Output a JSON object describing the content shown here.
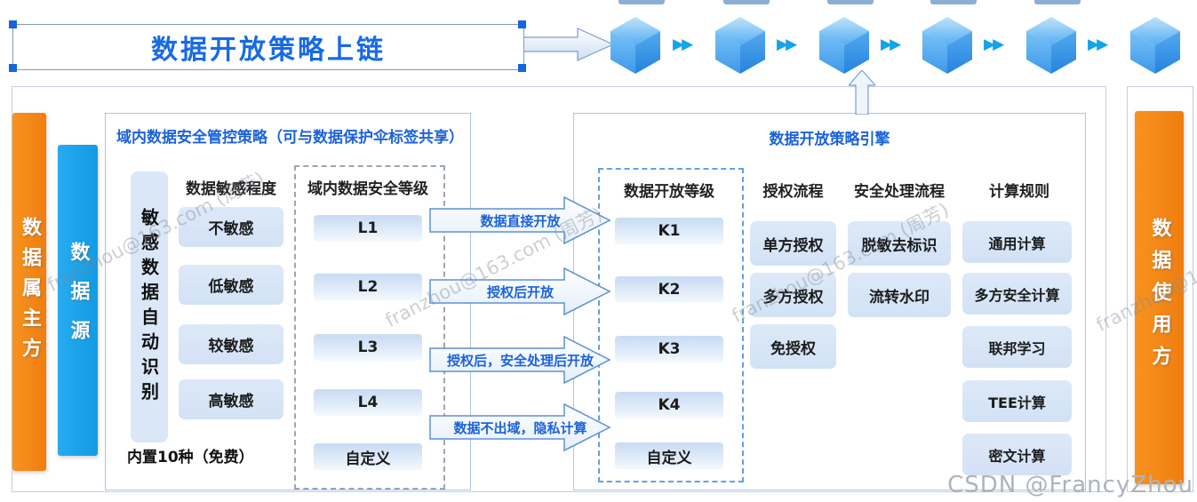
{
  "title": {
    "text": "数据开放策略上链"
  },
  "blockchain": {
    "cube_count": 6,
    "ff_icon": "▶▶"
  },
  "bars": {
    "owner": "数据属主方",
    "source": "数据源",
    "user": "数据使用方"
  },
  "left_panel": {
    "header": "域内数据安全管控策略（可与数据保护伞标签共享）",
    "auto_box": "敏感数据自动识别",
    "sensitivity": {
      "header": "数据敏感程度",
      "items": [
        "不敏感",
        "低敏感",
        "较敏感",
        "高敏感"
      ]
    },
    "levels": {
      "header": "域内数据安全等级",
      "items": [
        "L1",
        "L2",
        "L3",
        "L4",
        "自定义"
      ]
    },
    "footnote": "内置10种（免费）"
  },
  "flow_arrows": {
    "items": [
      "数据直接开放",
      "授权后开放",
      "授权后，安全处理后开放",
      "数据不出域，隐私计算"
    ]
  },
  "right_panel": {
    "header": "数据开放策略引擎",
    "open_levels": {
      "header": "数据开放等级",
      "items": [
        "K1",
        "K2",
        "K3",
        "K4",
        "自定义"
      ]
    },
    "auth": {
      "header": "授权流程",
      "items": [
        "单方授权",
        "多方授权",
        "免授权"
      ]
    },
    "security": {
      "header": "安全处理流程",
      "items": [
        "脱敏去标识",
        "流转水印"
      ]
    },
    "compute": {
      "header": "计算规则",
      "items": [
        "通用计算",
        "多方安全计算",
        "联邦学习",
        "TEE计算",
        "密文计算"
      ]
    }
  },
  "watermarks": {
    "diagonal": "franzhou@163.com (周芳)",
    "credit": "CSDN @FrancyZhou"
  },
  "colors": {
    "accent_blue_text": "#1b62d8",
    "cube_blue": "#3a96e8",
    "bar_orange": "#f6891c",
    "bar_blue": "#1fa6ee",
    "box_light_blue": "#d9e7f7"
  }
}
